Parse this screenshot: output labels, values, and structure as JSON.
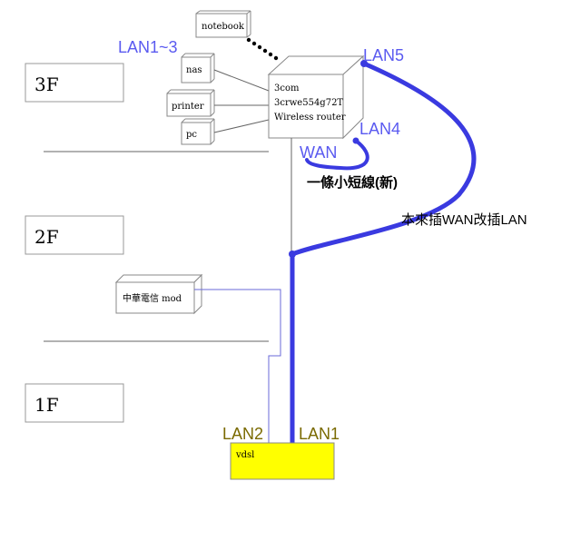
{
  "floors": {
    "f3": "3F",
    "f2": "2F",
    "f1": "1F"
  },
  "devices": {
    "notebook": "notebook",
    "nas": "nas",
    "printer": "printer",
    "pc": "pc",
    "router_line1": "3com",
    "router_line2": "3crwe554g72T",
    "router_line3": "Wireless router",
    "modem": "中華電信 mod",
    "vdsl": "vdsl"
  },
  "ports": {
    "lan1_3": "LAN1~3",
    "lan5": "LAN5",
    "lan4": "LAN4",
    "wan": "WAN",
    "lan2": "LAN2",
    "lan1": "LAN1"
  },
  "annotations": {
    "short_cable": "一條小短線(新)",
    "moved_note": "本來插WAN改插LAN"
  },
  "colors": {
    "blue_line": "#3a3ae0",
    "thin_blue": "#6a6ad8",
    "port_label": "#5a5af0",
    "olive_label": "#7a6a00",
    "vdsl_fill": "#ffff00",
    "wire": "#666666"
  }
}
